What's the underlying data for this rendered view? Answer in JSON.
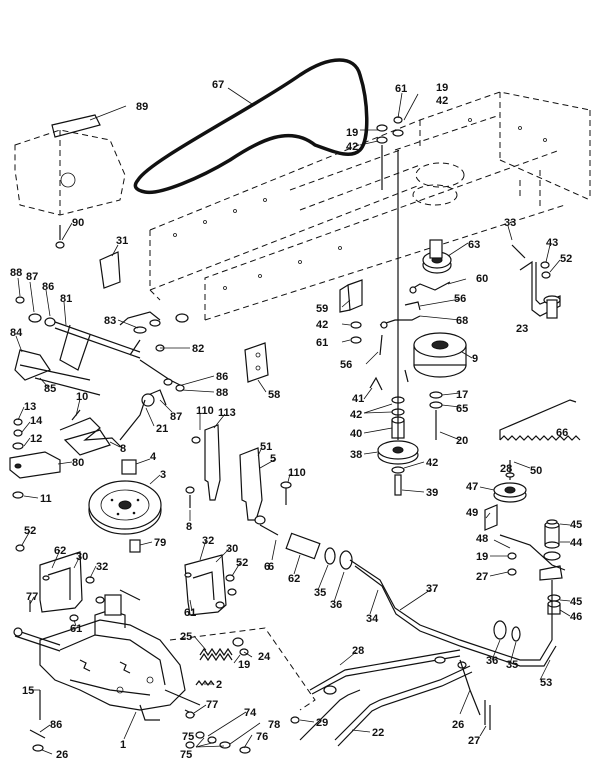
{
  "diagram": {
    "labels": [
      "89",
      "67",
      "61",
      "19",
      "42",
      "19",
      "42",
      "63",
      "33",
      "43",
      "52",
      "23",
      "60",
      "56",
      "68",
      "9",
      "17",
      "65",
      "20",
      "66",
      "50",
      "28",
      "47",
      "49",
      "48",
      "45",
      "44",
      "19",
      "27",
      "45",
      "46",
      "53",
      "90",
      "31",
      "88",
      "87",
      "86",
      "81",
      "84",
      "85",
      "83",
      "82",
      "86",
      "88",
      "87",
      "21",
      "59",
      "42",
      "61",
      "58",
      "56",
      "41",
      "42",
      "40",
      "38",
      "42",
      "39",
      "13",
      "14",
      "12",
      "10",
      "8",
      "80",
      "11",
      "110",
      "113",
      "4",
      "3",
      "51",
      "5",
      "110",
      "6",
      "8",
      "52",
      "62",
      "30",
      "32",
      "77",
      "61",
      "79",
      "32",
      "30",
      "52",
      "61",
      "6",
      "62",
      "35",
      "36",
      "34",
      "37",
      "28",
      "36",
      "35",
      "1",
      "15",
      "25",
      "19",
      "24",
      "2",
      "77",
      "74",
      "78",
      "75",
      "76",
      "86",
      "26",
      "29",
      "22",
      "26",
      "27",
      "75"
    ]
  }
}
